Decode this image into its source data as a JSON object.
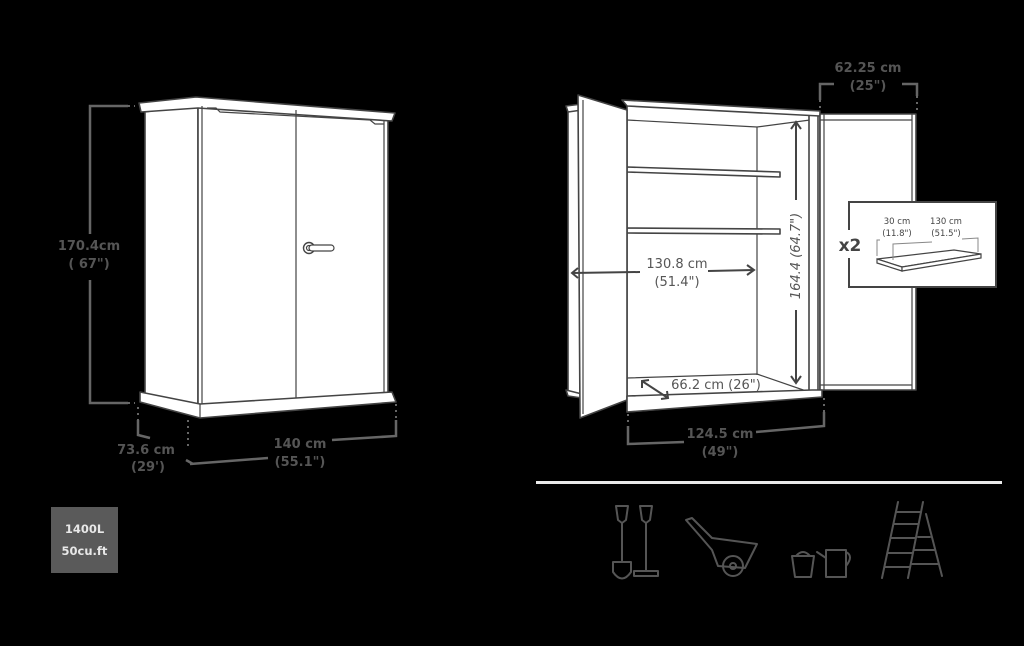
{
  "closed_cabinet": {
    "height": {
      "metric": "170.4cm",
      "imperial": "( 67\")"
    },
    "depth": {
      "metric": "73.6 cm",
      "imperial": "(29')"
    },
    "width": {
      "metric": "140 cm",
      "imperial": "(55.1\")"
    }
  },
  "open_cabinet": {
    "door_width": {
      "metric": "62.25 cm",
      "imperial": "(25\")"
    },
    "interior_width": {
      "metric": "130.8 cm",
      "imperial": "(51.4\")"
    },
    "interior_height": {
      "label": "164.4 (64.7\")"
    },
    "interior_depth": {
      "label": "66.2 cm (26\")"
    },
    "base_width": {
      "metric": "124.5 cm",
      "imperial": "(49\")"
    }
  },
  "shelf_inset": {
    "quantity": "x2",
    "depth": {
      "metric": "30 cm",
      "imperial": "(11.8\")"
    },
    "length": {
      "metric": "130 cm",
      "imperial": "(51.5\")"
    }
  },
  "capacity_badge": {
    "liters": "1400L",
    "cubic_feet": "50cu.ft",
    "background": "#5a5a5a"
  },
  "usage_icons": [
    "shovel-and-broom-icon",
    "wheelbarrow-icon",
    "bucket-and-watering-can-icon",
    "ladder-icon"
  ],
  "colors": {
    "background": "#000000",
    "cabinet_fill": "#ffffff",
    "outline": "#444444",
    "dimension_line": "#666666",
    "divider": "#eaeaea"
  }
}
